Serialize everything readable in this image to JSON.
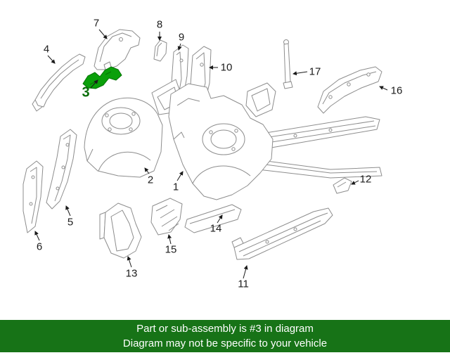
{
  "banner": {
    "line1": "Part or sub-assembly is #3 in diagram",
    "line2": "Diagram may not be specific to your vehicle",
    "background_color": "#177317",
    "text_color": "#ffffff"
  },
  "highlight": {
    "part_number": "3",
    "part_fill": "#0aa00a",
    "part_stroke": "#067306",
    "number_color": "#0a6e0a"
  },
  "callouts": {
    "c1": {
      "label": "1"
    },
    "c2": {
      "label": "2"
    },
    "c3": {
      "label": "3"
    },
    "c4": {
      "label": "4"
    },
    "c5": {
      "label": "5"
    },
    "c6": {
      "label": "6"
    },
    "c7": {
      "label": "7"
    },
    "c8": {
      "label": "8"
    },
    "c9": {
      "label": "9"
    },
    "c10": {
      "label": "10"
    },
    "c11": {
      "label": "11"
    },
    "c12": {
      "label": "12"
    },
    "c13": {
      "label": "13"
    },
    "c14": {
      "label": "14"
    },
    "c15": {
      "label": "15"
    },
    "c16": {
      "label": "16"
    },
    "c17": {
      "label": "17"
    }
  }
}
